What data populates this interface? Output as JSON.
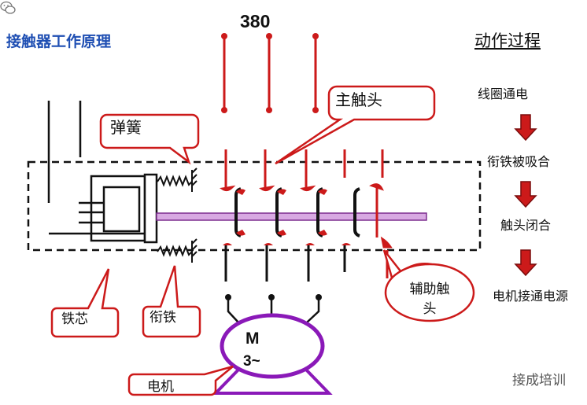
{
  "title": "接触器工作原理",
  "supply": {
    "voltage": "380"
  },
  "process": {
    "heading": "动作过程",
    "steps": [
      "线圈通电",
      "衔铁被吸合",
      "触头闭合",
      "电机接通电源"
    ]
  },
  "labels": {
    "spring": "弹簧",
    "main_contact": "主触头",
    "aux_contact": "辅助触头",
    "core": "铁芯",
    "armature": "衔铁",
    "motor": "电机"
  },
  "motor": {
    "letter": "M",
    "phase": "3~"
  },
  "watermark": {
    "text": "接成培训",
    "icon": "wechat-icon"
  },
  "colors": {
    "title": "#1f4fb3",
    "red": "#cc1a1a",
    "motor": "#8a19b8",
    "bar": "#d8a9e2"
  }
}
